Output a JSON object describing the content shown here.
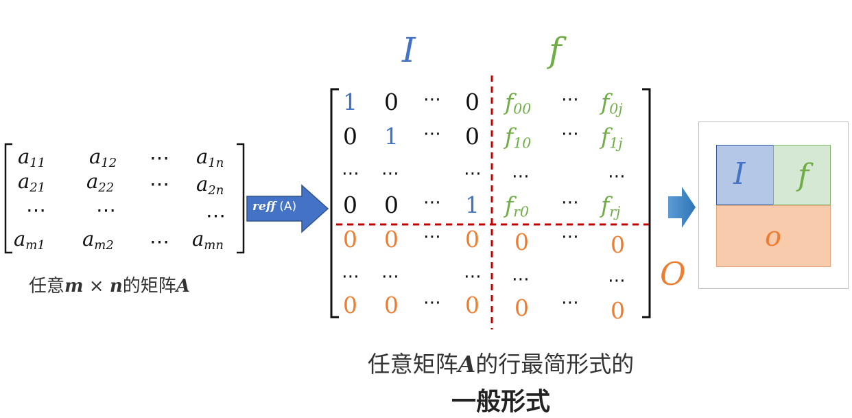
{
  "left_matrix": {
    "rows": [
      [
        "a",
        "11",
        "a",
        "12",
        "⋯",
        "",
        "a",
        "1n"
      ],
      [
        "a",
        "21",
        "a",
        "22",
        "⋯",
        "",
        "a",
        "2n"
      ],
      [
        "⋯",
        "",
        "⋯",
        "",
        "",
        "",
        "⋯",
        ""
      ],
      [
        "a",
        "m1",
        "a",
        "m2",
        "⋯",
        "",
        "a",
        "mn"
      ]
    ],
    "caption": {
      "prefix": "任意",
      "m": "m",
      "times": " × ",
      "n": "n",
      "mid": "的矩阵",
      "A": "A"
    }
  },
  "arrow": {
    "label_italic": "reff",
    "label_rest": " (A)",
    "color": "#4472c4"
  },
  "labels": {
    "I": "I",
    "f": "f",
    "O": "O"
  },
  "right_matrix": {
    "r0": [
      "1",
      "0",
      "⋯",
      "0",
      "f",
      "00",
      "⋯",
      "f",
      "0j"
    ],
    "r1": [
      "0",
      "1",
      "⋯",
      "0",
      "f",
      "10",
      "⋯",
      "f",
      "1j"
    ],
    "r2": [
      "⋯",
      "⋯",
      "⋯",
      "⋯",
      "⋯"
    ],
    "r3": [
      "0",
      "0",
      "⋯",
      "1",
      "f",
      "r0",
      "⋯",
      "f",
      "rj"
    ],
    "r4": [
      "0",
      "0",
      "⋯",
      "0",
      "0",
      "⋯",
      "0"
    ],
    "r5": [
      "⋯",
      "⋯",
      "⋯",
      "⋯",
      "⋯"
    ],
    "r6": [
      "0",
      "0",
      "⋯",
      "0",
      "0",
      "⋯",
      "0"
    ]
  },
  "block_diagram": {
    "I": "I",
    "f": "f",
    "o": "o"
  },
  "bottom_caption": {
    "pre": "任意矩阵",
    "A": "A",
    "post": "的行最简形式的",
    "line2": "一般形式"
  },
  "colors": {
    "blue": "#4472c4",
    "green": "#70ad47",
    "orange": "#ed7d31",
    "dashed_red": "#c00000"
  }
}
